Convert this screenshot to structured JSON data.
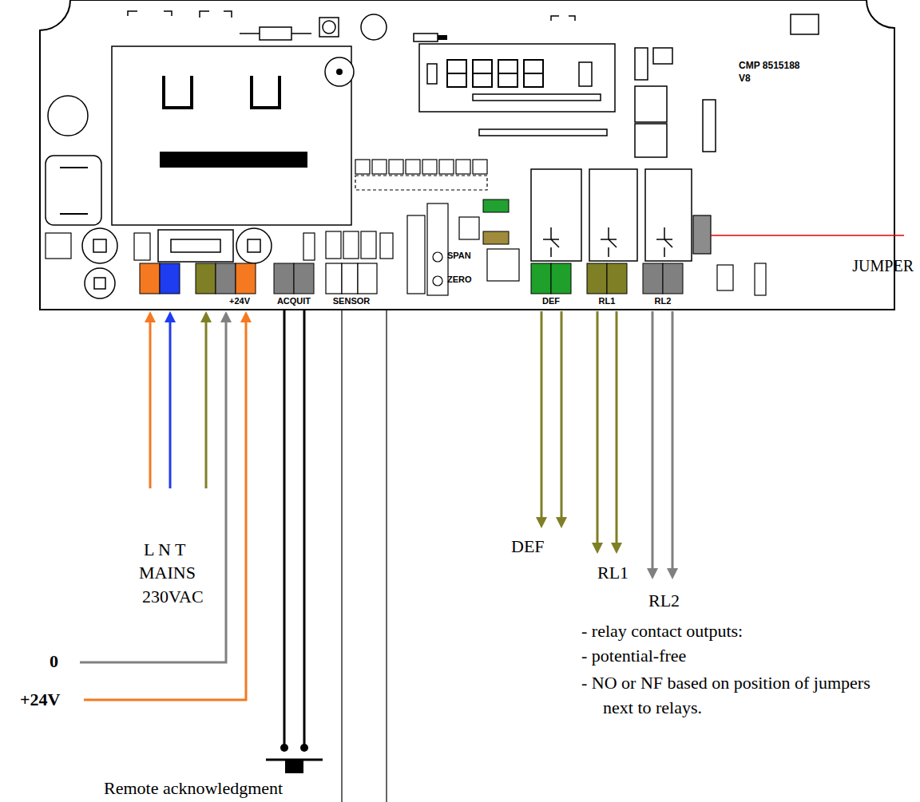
{
  "diagram": {
    "labels": [
      "CMP 8515188",
      "V8",
      "SPAN",
      "ZERO",
      "ACQUIT",
      "SENSOR",
      "DEF",
      "RL1",
      "RL2",
      "+24V",
      "JUMPER",
      "L N T",
      "MAINS",
      "230VAC",
      "0",
      "+24V",
      "Remote acknowledgment",
      "DEF",
      "RL1",
      "RL2",
      "- relay contact outputs:",
      "- potential-free",
      "- NO or NF based on position of jumpers next to relays."
    ]
  }
}
